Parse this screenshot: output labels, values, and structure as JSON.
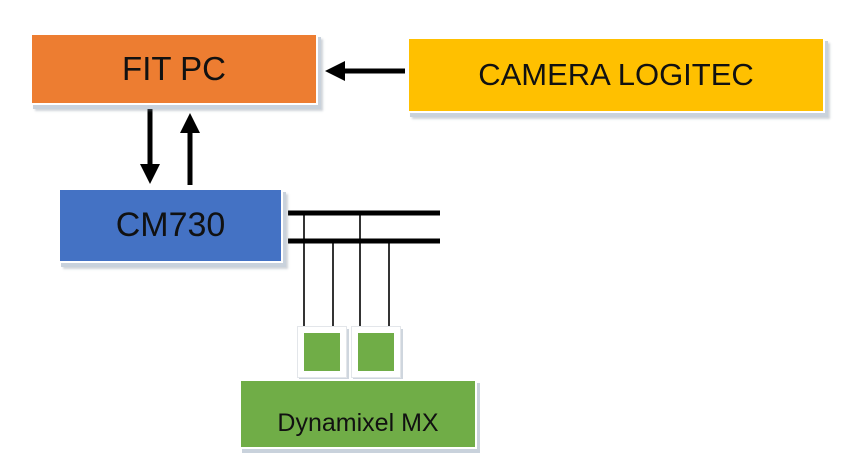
{
  "diagram": {
    "nodes": {
      "fit_pc": {
        "label": "FIT PC",
        "color": "#ED7D31"
      },
      "camera": {
        "label": "CAMERA LOGITEC",
        "color": "#FFC000"
      },
      "cm730": {
        "label": "CM730",
        "color": "#4472C4"
      },
      "dynamixel": {
        "label": "Dynamixel MX",
        "color": "#70AD47"
      }
    },
    "servo_count": 2,
    "edges": [
      {
        "from": "camera",
        "to": "fit_pc",
        "arrow": true
      },
      {
        "from": "fit_pc",
        "to": "cm730",
        "arrow": true
      },
      {
        "from": "cm730",
        "to": "fit_pc",
        "arrow": true
      },
      {
        "from": "cm730",
        "to": "dynamixel",
        "type": "bus"
      }
    ]
  }
}
